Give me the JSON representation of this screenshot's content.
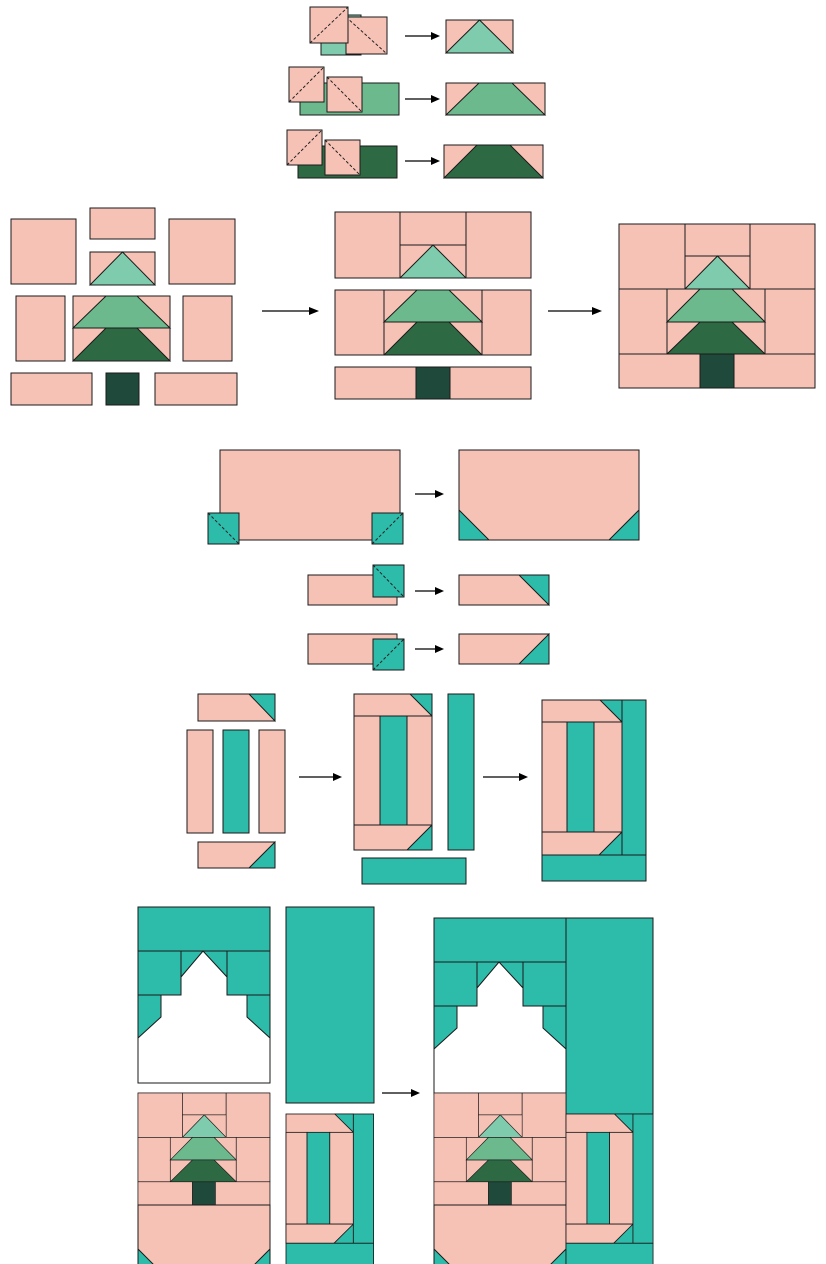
{
  "palette": {
    "pink": "#f7c2b6",
    "mint": "#7fcbad",
    "green": "#6bb98c",
    "dark_green": "#2d6a43",
    "trunk": "#1f4a3b",
    "teal": "#2dbbaa",
    "white": "#ffffff",
    "outline": "#1a1a1a"
  },
  "diagram": {
    "description_free": true,
    "steps": [
      "flying-geese-units",
      "tree-block-assembly",
      "snowball-corners",
      "stitch-and-flip-strips",
      "frame-block-assembly",
      "final-quilt-layout"
    ]
  }
}
